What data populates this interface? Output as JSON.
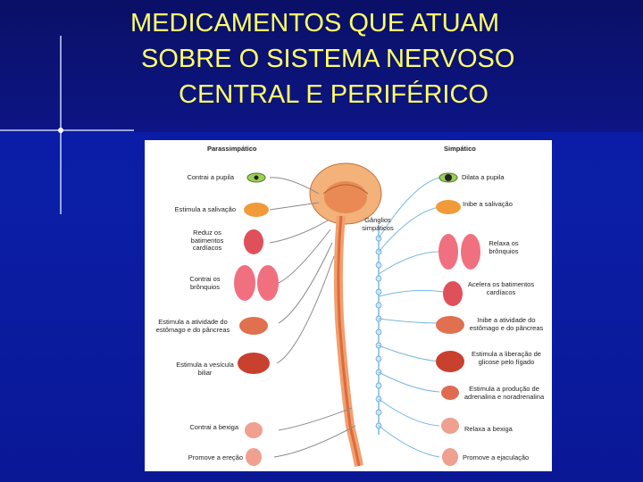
{
  "slide": {
    "title_lines": [
      "MEDICAMENTOS QUE ATUAM",
      "SOBRE O SISTEMA NERVOSO",
      "CENTRAL E PERIFÉRICO"
    ],
    "colors": {
      "background": "#0a1aa8",
      "title": "#ffff66"
    }
  },
  "diagram": {
    "left_header": "Parassimpático",
    "right_header": "Simpático",
    "ganglia_label": "Gânglios simpáticos",
    "left_labels": [
      "Contrai a pupila",
      "Estimula a salivação",
      "Reduz os batimentos cardíacos",
      "Contrai os brônquios",
      "Estimula a atividade do estômago e do pâncreas",
      "Estimula a vesícula biliar",
      "Contrai a bexiga",
      "Promove a ereção"
    ],
    "right_labels": [
      "Dilata a pupila",
      "Inibe a salivação",
      "Relaxa os brônquios",
      "Acelera os batimentos cardíacos",
      "Inibe a atividade do estômago e do pâncreas",
      "Estimula a liberação de glicose pelo fígado",
      "Estimula a produção de adrenalina e noradrenalina",
      "Relaxa a bexiga",
      "Promove a ejaculação"
    ]
  }
}
